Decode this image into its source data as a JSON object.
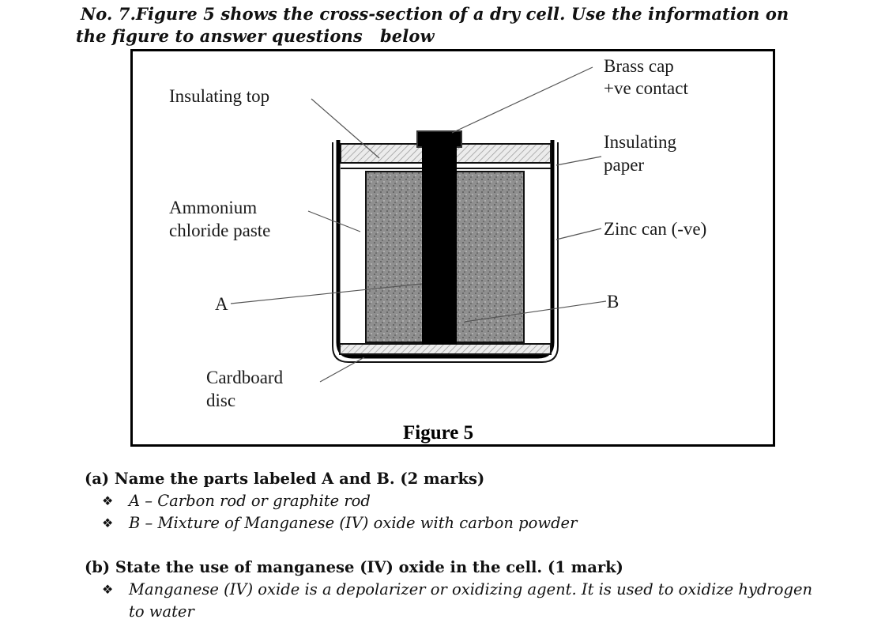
{
  "question": {
    "line1": "No. 7.Figure 5 shows the cross-section of a dry cell. Use the information on",
    "line2": "the figure to answer questions   below"
  },
  "figure": {
    "caption": "Figure 5",
    "labels": {
      "insulating_top": "Insulating top",
      "brass_cap_1": "Brass cap",
      "brass_cap_2": "+ve contact",
      "insulating_paper_1": "Insulating",
      "insulating_paper_2": "paper",
      "ammonium_1": "Ammonium",
      "ammonium_2": "chloride paste",
      "zinc_can": "Zinc can (-ve)",
      "a": "A",
      "b": "B",
      "cardboard_1": "Cardboard",
      "cardboard_2": "disc"
    },
    "colors": {
      "rod": "#000000",
      "paste": "#8f8f8f",
      "outline": "#111111"
    }
  },
  "part_a": {
    "heading": "(a) Name the parts labeled A and B. (2 marks)",
    "bullet_icon": "diamond-bullet-icon",
    "answers": [
      "A – Carbon rod or graphite rod",
      "B – Mixture of Manganese (IV) oxide with carbon powder"
    ]
  },
  "part_b": {
    "heading": "(b) State the use of manganese (IV) oxide in the cell. (1 mark)",
    "answers": [
      "Manganese (IV) oxide is a depolarizer or oxidizing agent. It is used to oxidize hydrogen to water"
    ]
  }
}
